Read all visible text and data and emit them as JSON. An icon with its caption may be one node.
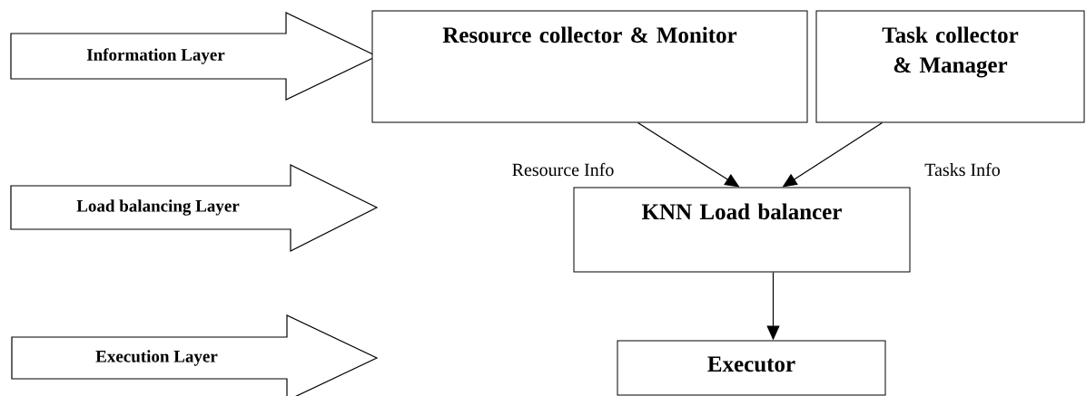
{
  "diagram": {
    "nodes": [
      {
        "text": [
          "Information Layer"
        ]
      },
      {
        "text": [
          "Load balancing Layer"
        ]
      },
      {
        "text": [
          "Execution Layer"
        ]
      },
      {
        "text": [
          "Resource collector & Monitor"
        ]
      },
      {
        "text": [
          "Task collector & Manager"
        ]
      },
      {
        "text": [
          "KNN Load balancer"
        ]
      },
      {
        "text": [
          "Executor"
        ]
      }
    ],
    "edges": [
      {
        "from": 3,
        "to": 5,
        "arrow": "to",
        "label": "Resource Info"
      },
      {
        "from": 4,
        "to": 5,
        "arrow": "to",
        "label": "Tasks Info"
      },
      {
        "from": 5,
        "to": 6,
        "arrow": "to"
      }
    ]
  }
}
